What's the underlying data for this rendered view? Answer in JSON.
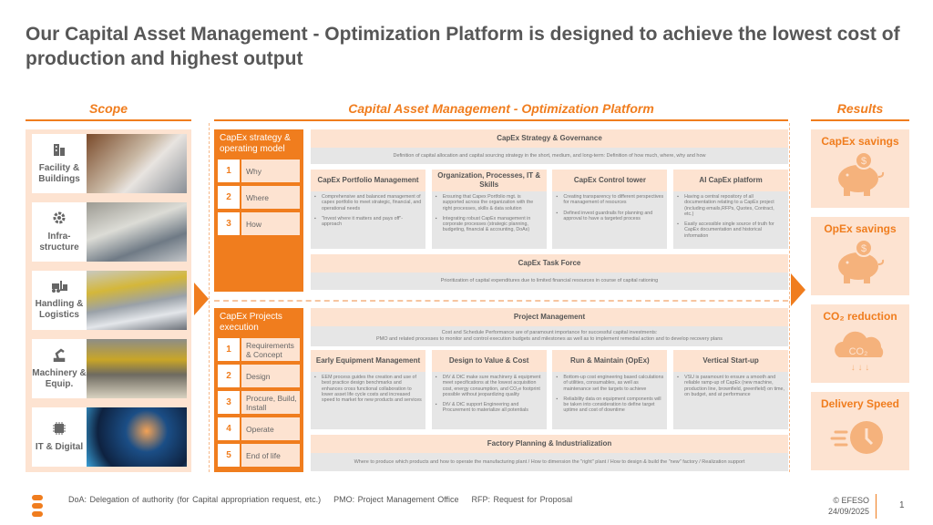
{
  "title": "Our Capital Asset Management - Optimization Platform is designed to achieve the lowest cost of production and highest output",
  "headers": {
    "scope": "Scope",
    "platform": "Capital Asset Management - Optimization Platform",
    "results": "Results"
  },
  "scope": [
    {
      "label": "Facility & Buildings",
      "icon": "building-icon"
    },
    {
      "label": "Infra-structure",
      "icon": "gear-icon"
    },
    {
      "label": "Handling & Logistics",
      "icon": "forklift-icon"
    },
    {
      "label": "Machinery & Equip.",
      "icon": "robot-arm-icon"
    },
    {
      "label": "IT & Digital",
      "icon": "chip-icon"
    }
  ],
  "strategy_box": {
    "title": "CapEx strategy & operating model",
    "steps": [
      {
        "n": "1",
        "t": "Why"
      },
      {
        "n": "2",
        "t": "Where"
      },
      {
        "n": "3",
        "t": "How"
      }
    ]
  },
  "projects_box": {
    "title": "CapEx Projects execution",
    "steps": [
      {
        "n": "1",
        "t": "Requirements & Concept"
      },
      {
        "n": "2",
        "t": "Design"
      },
      {
        "n": "3",
        "t": "Procure, Build, Install"
      },
      {
        "n": "4",
        "t": "Operate"
      },
      {
        "n": "5",
        "t": "End of life"
      }
    ]
  },
  "governance": {
    "title": "CapEx Strategy & Governance",
    "desc": "Definition of capital allocation and capital sourcing strategy in the short, medium, and long-term: Definition of how much, where, why and how"
  },
  "top_cols": [
    {
      "title": "CapEx Portfolio Management",
      "bullets": [
        "Comprehensive and balanced management of capex portfolio to meet strategic, financial, and operational needs",
        "\"Invest where it matters and pays off\"-approach"
      ]
    },
    {
      "title": "Organization, Processes, IT & Skills",
      "bullets": [
        "Ensuring that Capex Portfolio mgt. is supported across the organization with the right processes, skills & data solution",
        "Integrating robust CapEx management in corporate processes (strategic planning, budgeting, financial & accounting, DoAs)"
      ]
    },
    {
      "title": "CapEx Control tower",
      "bullets": [
        "Creating transparency to different perspectives for management of resources",
        "Defined invest guardrails for planning and approval to have a targeted process"
      ]
    },
    {
      "title": "AI CapEx platform",
      "bullets": [
        "Having a central repository of all documentation relating to a CapEx project (including emails,RFPs, Quotes, Contract, etc.)",
        "Easily accessible single source of truth for CapEx documentation and historical information"
      ]
    }
  ],
  "task_force": {
    "title": "CapEx Task Force",
    "desc": "Prioritization of capital expenditures due to limited financial resources in course of capital rationing"
  },
  "project_mgmt": {
    "title": "Project Management",
    "desc1": "Cost and Schedule Performance are of paramount importance for successful capital investments:",
    "desc2": "PMO and related processes to monitor and control execution budgets and milestones as well as to implement remedial action and to develop recovery plans"
  },
  "bottom_cols": [
    {
      "title": "Early Equipment Management",
      "bullets": [
        "EEM process guides the creation and use of best practice design benchmarks and enhances cross functional collaboration to lower asset life cycle costs and increased speed to market for new products and services"
      ]
    },
    {
      "title": "Design to Value & Cost",
      "bullets": [
        "DtV & DtC make sure machinery & equipment meet specifications at the lowest acquisition cost, energy consumption, and CO₂e footprint possible without jeopardizing quality",
        "DtV & DtC support Engineering and Procurement to materialize all potentials"
      ]
    },
    {
      "title": "Run & Maintain (OpEx)",
      "bullets": [
        "Bottom-up cost engineering based calculations of utilities, consumables, as well as maintenance set the targets to achieve",
        "Reliability data on equipment components will be taken into consideration to define target uptime and cost of downtime"
      ]
    },
    {
      "title": "Vertical Start-up",
      "bullets": [
        "VSU is paramount to ensure a smooth and reliable ramp-up of CapEx (new machine, production line, brownfield, greenfield) on time, on budget, and at performance"
      ]
    }
  ],
  "factory": {
    "title": "Factory Planning & Industrialization",
    "desc": "Where to produce which products and how to operate the manufacturing plant / How to dimension the \"right\" plant / How to design & build the \"new\" factory / Realization support"
  },
  "results": [
    {
      "label": "CapEx savings"
    },
    {
      "label": "OpEx savings"
    },
    {
      "label": "CO₂ reduction",
      "cloud": "CO₂"
    },
    {
      "label": "Delivery Speed"
    }
  ],
  "footer": {
    "abbrev": "DoA: Delegation of authority (for Capital appropriation request, etc.)    PMO: Project Management Office    RFP: Request for Proposal",
    "copyright": "© EFESO",
    "date": "24/09/2025",
    "page": "1"
  },
  "colors": {
    "accent": "#f07d1e",
    "peach": "#fde3d1",
    "gray": "#e6e6e6"
  }
}
